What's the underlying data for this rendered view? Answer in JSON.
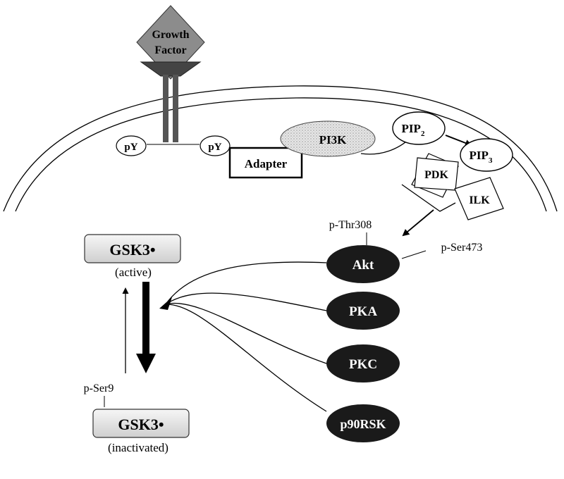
{
  "growth_factor": {
    "line1": "Growth",
    "line2": "Factor"
  },
  "receptor": {
    "phospho_left": "pY",
    "phospho_right": "pY"
  },
  "adapter": {
    "label": "Adapter"
  },
  "pi3k": {
    "label": "PI3K"
  },
  "pip2": {
    "label": "PIP",
    "subscript": "2"
  },
  "pip3": {
    "label": "PIP",
    "subscript": "3"
  },
  "pdk": {
    "label": "PDK"
  },
  "ilk": {
    "label": "ILK"
  },
  "akt": {
    "label": "Akt",
    "site_thr": "p-Thr308",
    "site_ser": "p-Ser473"
  },
  "kinases": {
    "pka": "PKA",
    "pkc": "PKC",
    "p90rsk": "p90RSK"
  },
  "gsk3_active": {
    "label": "GSK3•",
    "state": "(active)"
  },
  "gsk3_inactive": {
    "label": "GSK3•",
    "state": "(inactivated)",
    "site": "p-Ser9"
  },
  "colors": {
    "growth_factor_fill": "#8c8c8c",
    "receptor_fill": "#555555",
    "kinase_fill": "#1a1a1a",
    "pi3k_fill": "#e0e0e0",
    "gsk_box_top": "#f6f6f6",
    "gsk_box_bottom": "#d2d2d2"
  }
}
